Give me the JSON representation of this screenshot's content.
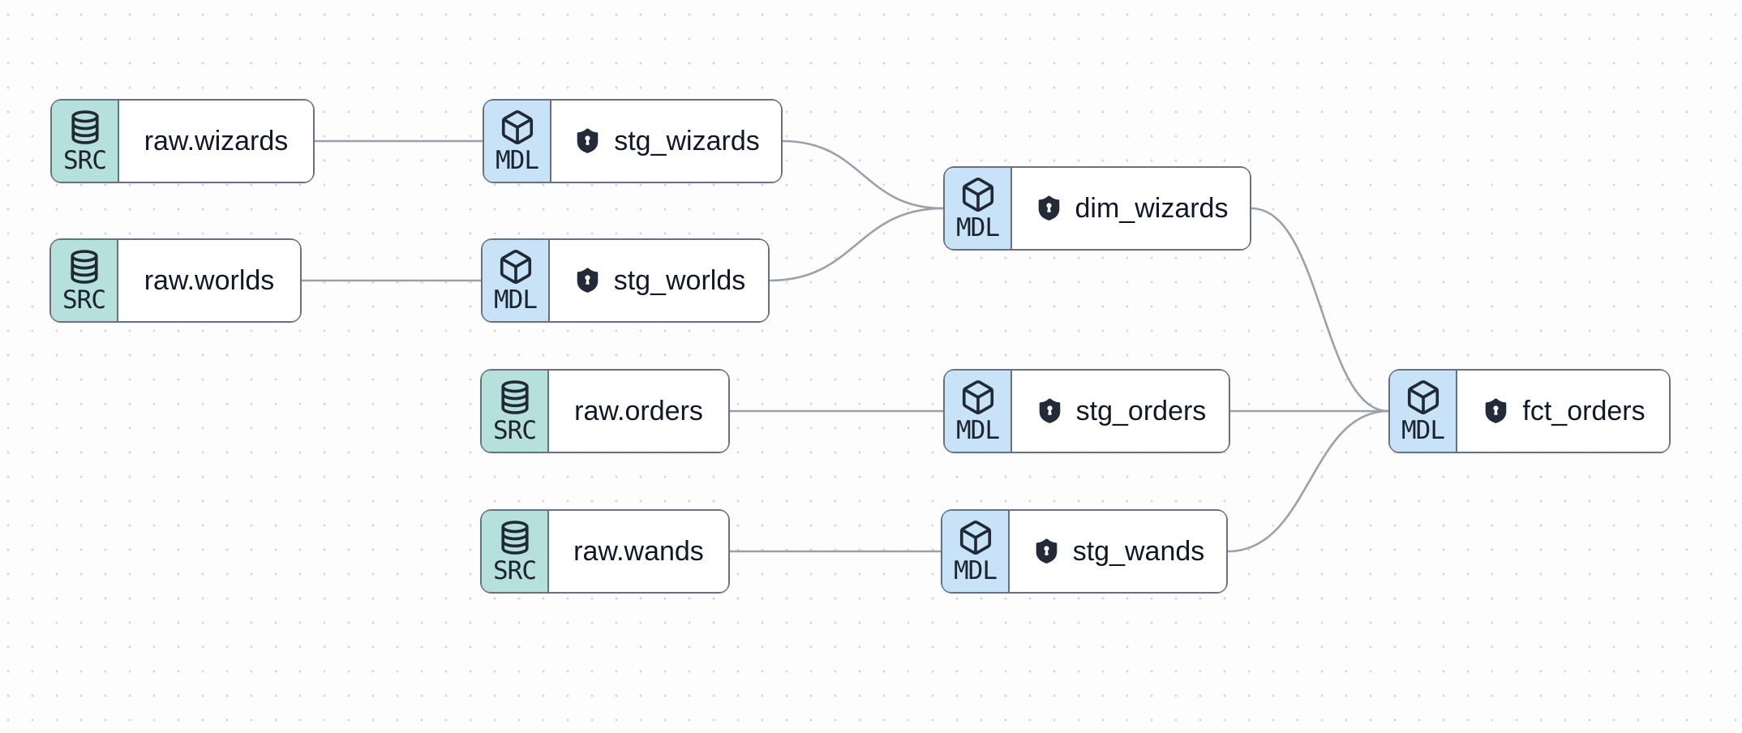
{
  "palette": {
    "background": "#fdfdfd",
    "grid_dot": "#d7d7d7",
    "edge": "#9aa1ad",
    "node_border": "#667282",
    "node_body": "#ffffff",
    "source_badge_bg": "#b6e0db",
    "model_badge_bg": "#c8e3f8",
    "icon_dark": "#202936",
    "label_text": "#101828"
  },
  "nodes": [
    {
      "id": "raw.wizards",
      "label": "raw.wizards",
      "type": "source",
      "badge": "SRC",
      "icon": "database-icon",
      "shield": false
    },
    {
      "id": "stg_wizards",
      "label": "stg_wizards",
      "type": "model",
      "badge": "MDL",
      "icon": "cube-icon",
      "shield": true
    },
    {
      "id": "raw.worlds",
      "label": "raw.worlds",
      "type": "source",
      "badge": "SRC",
      "icon": "database-icon",
      "shield": false
    },
    {
      "id": "stg_worlds",
      "label": "stg_worlds",
      "type": "model",
      "badge": "MDL",
      "icon": "cube-icon",
      "shield": true
    },
    {
      "id": "dim_wizards",
      "label": "dim_wizards",
      "type": "model",
      "badge": "MDL",
      "icon": "cube-icon",
      "shield": true
    },
    {
      "id": "raw.orders",
      "label": "raw.orders",
      "type": "source",
      "badge": "SRC",
      "icon": "database-icon",
      "shield": false
    },
    {
      "id": "stg_orders",
      "label": "stg_orders",
      "type": "model",
      "badge": "MDL",
      "icon": "cube-icon",
      "shield": true
    },
    {
      "id": "fct_orders",
      "label": "fct_orders",
      "type": "model",
      "badge": "MDL",
      "icon": "cube-icon",
      "shield": true
    },
    {
      "id": "raw.wands",
      "label": "raw.wands",
      "type": "source",
      "badge": "SRC",
      "icon": "database-icon",
      "shield": false
    },
    {
      "id": "stg_wands",
      "label": "stg_wands",
      "type": "model",
      "badge": "MDL",
      "icon": "cube-icon",
      "shield": true
    }
  ],
  "edges": [
    {
      "from": "raw.wizards",
      "to": "stg_wizards"
    },
    {
      "from": "raw.worlds",
      "to": "stg_worlds"
    },
    {
      "from": "raw.orders",
      "to": "stg_orders"
    },
    {
      "from": "raw.wands",
      "to": "stg_wands"
    },
    {
      "from": "stg_wizards",
      "to": "dim_wizards"
    },
    {
      "from": "stg_worlds",
      "to": "dim_wizards"
    },
    {
      "from": "stg_orders",
      "to": "fct_orders"
    },
    {
      "from": "dim_wizards",
      "to": "fct_orders"
    },
    {
      "from": "stg_wands",
      "to": "fct_orders"
    }
  ]
}
